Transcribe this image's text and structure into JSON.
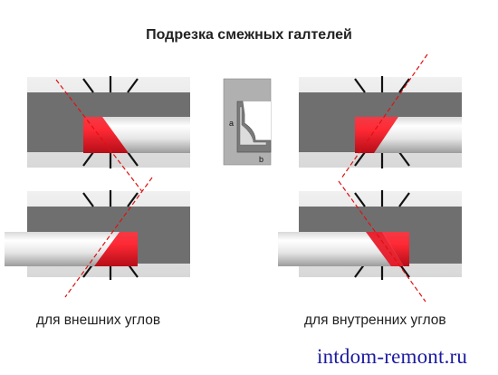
{
  "title": "Подрезка смежных галтелей",
  "profile": {
    "label_a": "a",
    "label_b": "b"
  },
  "captions": {
    "outer": "для внешних углов",
    "inner": "для внутренних углов"
  },
  "watermark": "intdom-remont.ru",
  "colors": {
    "box_gray": "#6f6f6f",
    "rail_light": "#e6e6e6",
    "slot_black": "#111111",
    "molding_red": "#e8101f",
    "cut_line": "#e01010",
    "watermark": "#1a1aa0"
  }
}
